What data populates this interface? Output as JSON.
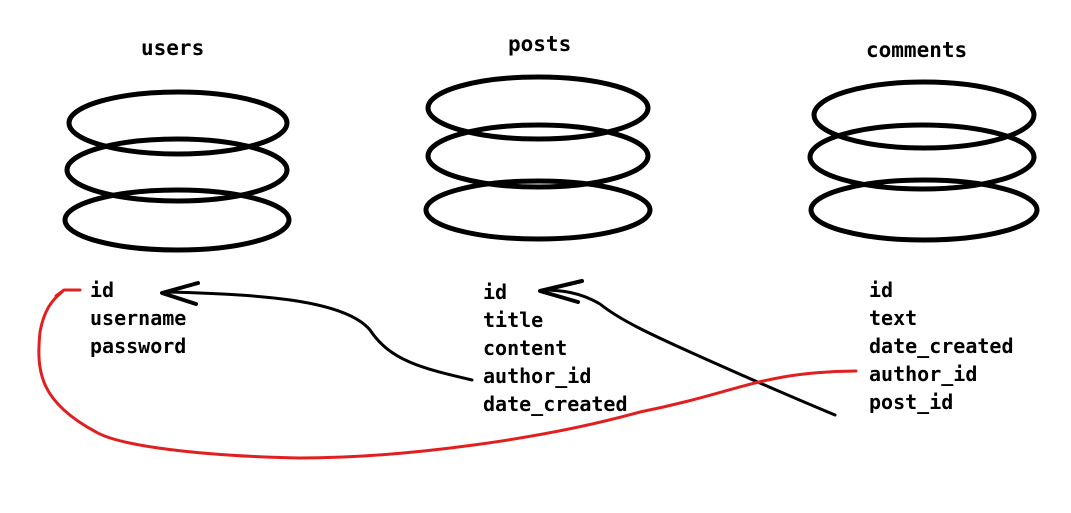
{
  "tables": [
    {
      "id": "users",
      "title": "users",
      "fields": [
        "id",
        "username",
        "password"
      ]
    },
    {
      "id": "posts",
      "title": "posts",
      "fields": [
        "id",
        "title",
        "content",
        "author_id",
        "date_created"
      ]
    },
    {
      "id": "comments",
      "title": "comments",
      "fields": [
        "id",
        "text",
        "date_created",
        "author_id",
        "post_id"
      ]
    }
  ],
  "relations": [
    {
      "from": "posts.author_id",
      "to": "users.id",
      "color": "#000000"
    },
    {
      "from": "comments.post_id",
      "to": "posts.id",
      "color": "#000000"
    },
    {
      "from": "comments.author_id",
      "to": "users.id",
      "color": "#e02020"
    }
  ]
}
